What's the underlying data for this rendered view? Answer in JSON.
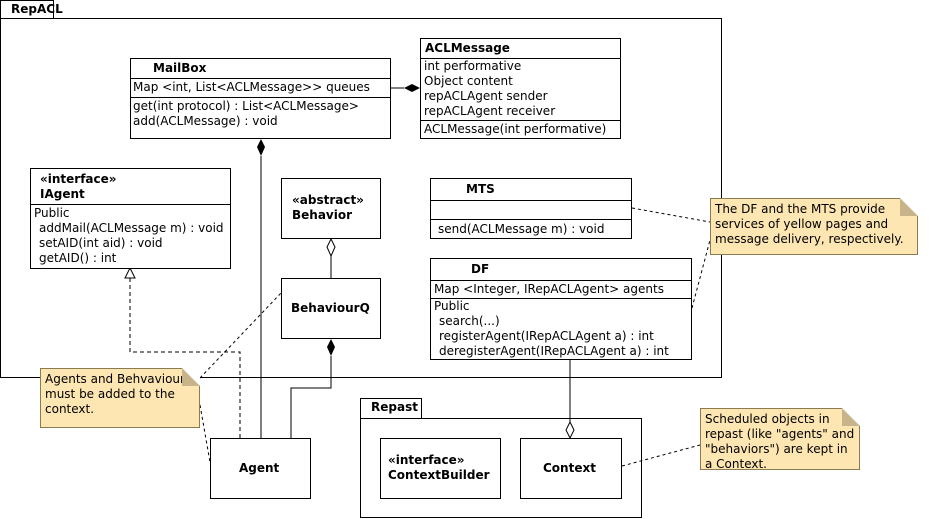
{
  "packages": {
    "repacl": {
      "name": "RepACL"
    },
    "repast": {
      "name": "Repast"
    }
  },
  "classes": {
    "mailbox": {
      "name": "MailBox",
      "attributes": [
        "Map <int, List<ACLMessage>> queues"
      ],
      "operations": [
        "get(int protocol) : List<ACLMessage>",
        "add(ACLMessage) : void"
      ]
    },
    "aclmessage": {
      "name": "ACLMessage",
      "attributes": [
        "int performative",
        "Object content",
        "repACLAgent sender",
        "repACLAgent receiver"
      ],
      "operations": [
        "ACLMessage(int performative)"
      ]
    },
    "iagent": {
      "stereotype": "«interface»",
      "name": "IAgent",
      "visibility": "Public",
      "operations": [
        "addMail(ACLMessage m) : void",
        "setAID(int aid) : void",
        "getAID() : int"
      ]
    },
    "behavior": {
      "stereotype": "«abstract»",
      "name": "Behavior"
    },
    "behaviourq": {
      "name": "BehaviourQ"
    },
    "mts": {
      "name": "MTS",
      "operations": [
        "send(ACLMessage m) : void"
      ]
    },
    "df": {
      "name": "DF",
      "attributes": [
        "Map <Integer, IRepACLAgent> agents"
      ],
      "visibility": "Public",
      "operations": [
        "search(...)",
        "registerAgent(IRepACLAgent a) : int",
        "deregisterAgent(IRepACLAgent a) : int"
      ]
    },
    "agent": {
      "name": "Agent"
    },
    "contextbuilder": {
      "stereotype": "«interface»",
      "name": "ContextBuilder"
    },
    "context": {
      "name": "Context"
    }
  },
  "notes": {
    "df_mts": "The DF and the MTS provide services of yellow pages and message delivery, respectively.",
    "agents": "Agents and Behvaviours must be added to the context.",
    "scheduled": "Scheduled objects in repast (like \"agents\" and \"behaviors\") are kept in a Context."
  },
  "colors": {
    "note_fill": "#fde6b2",
    "line": "#000000"
  }
}
